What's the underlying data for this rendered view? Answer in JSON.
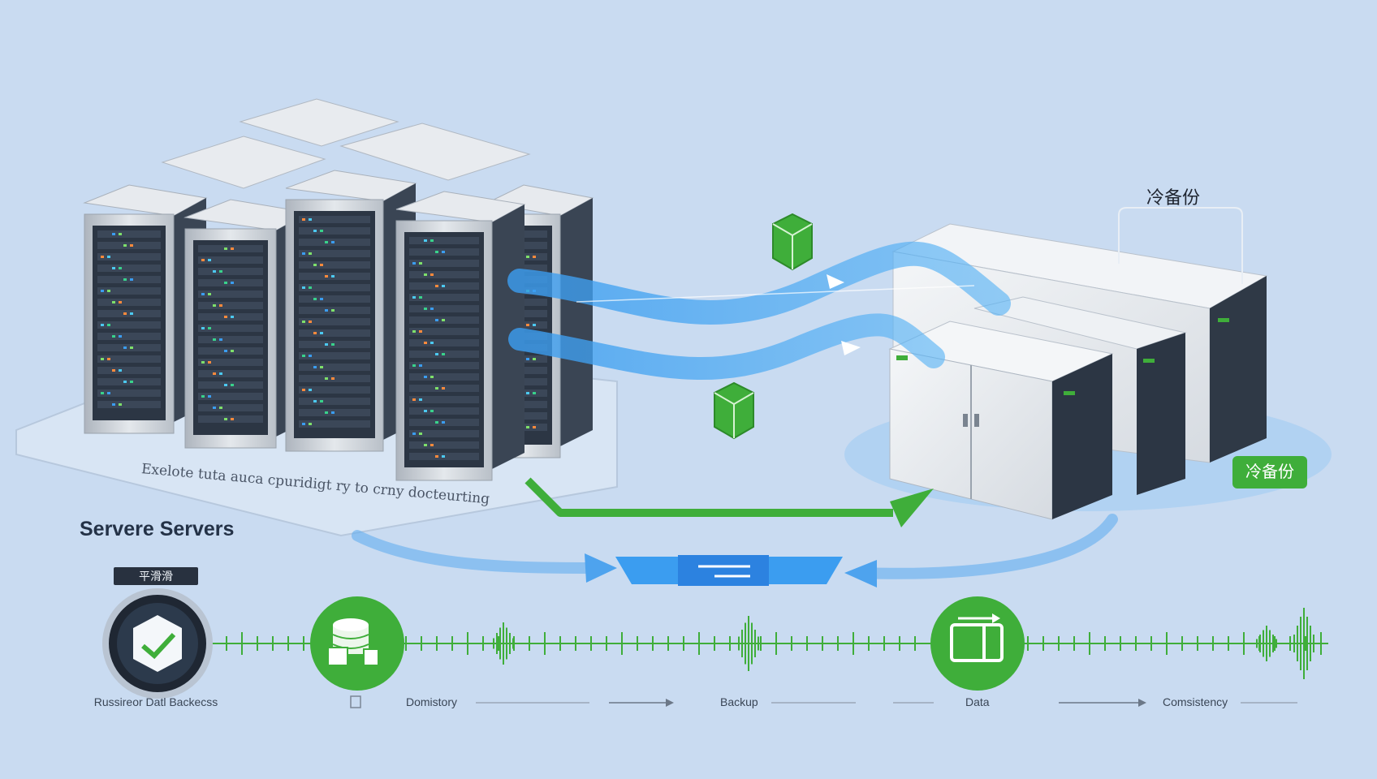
{
  "labels": {
    "platform_caption": "Exelote tuta auca cpuridigt ry to crny docteurting",
    "section_title": "Servere Servers",
    "status_chip": "平滑滑",
    "cold_backup_top": "冷备份",
    "cold_backup_badge": "冷备份"
  },
  "timeline": {
    "steps": [
      {
        "label": "Russireor Datl Backecss",
        "icon": "server-shield-icon"
      },
      {
        "label": "Domistory",
        "icon": "database-icon"
      },
      {
        "label": "Backup",
        "icon": "sync-arrows-icon"
      },
      {
        "label": "Data",
        "icon": "device-transfer-icon"
      },
      {
        "label": "Comsistency",
        "icon": "arrow-right-icon"
      }
    ]
  },
  "colors": {
    "background": "#c9dbf1",
    "flow_blue": "#3b9df0",
    "accent_green": "#3fae3a",
    "rack_dark": "#2c3644",
    "cabinet_light": "#eef1f4"
  }
}
